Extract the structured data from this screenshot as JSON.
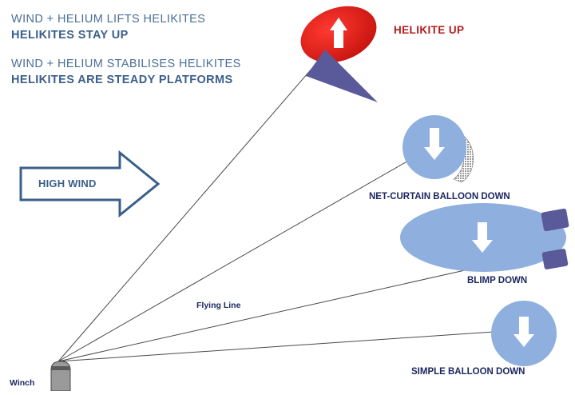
{
  "headline": {
    "line1": "WIND + HELIUM LIFTS HELIKITES",
    "line2": "HELIKITES STAY UP",
    "line3": "WIND + HELIUM STABILISES HELIKITES",
    "line4": "HELIKITES ARE STEADY PLATFORMS"
  },
  "wind_arrow": {
    "label": "HIGH WIND"
  },
  "labels": {
    "helikite": "HELIKITE UP",
    "net_curtain": "NET-CURTAIN BALLOON DOWN",
    "blimp": "BLIMP DOWN",
    "simple": "SIMPLE BALLOON DOWN",
    "flying_line": "Flying Line",
    "winch": "Winch"
  },
  "colors": {
    "helikite_red": "#e0221b",
    "balloon_blue": "#8fb0de",
    "fin_navy": "#5a5a9a",
    "arrow_outline": "#3a5f8a",
    "text_blue": "#4a6f97",
    "text_dark": "#1c2760"
  },
  "icons": {
    "up_arrow": "arrow-up-icon",
    "down_arrow": "arrow-down-icon",
    "wind_arrow": "arrow-right-icon"
  }
}
